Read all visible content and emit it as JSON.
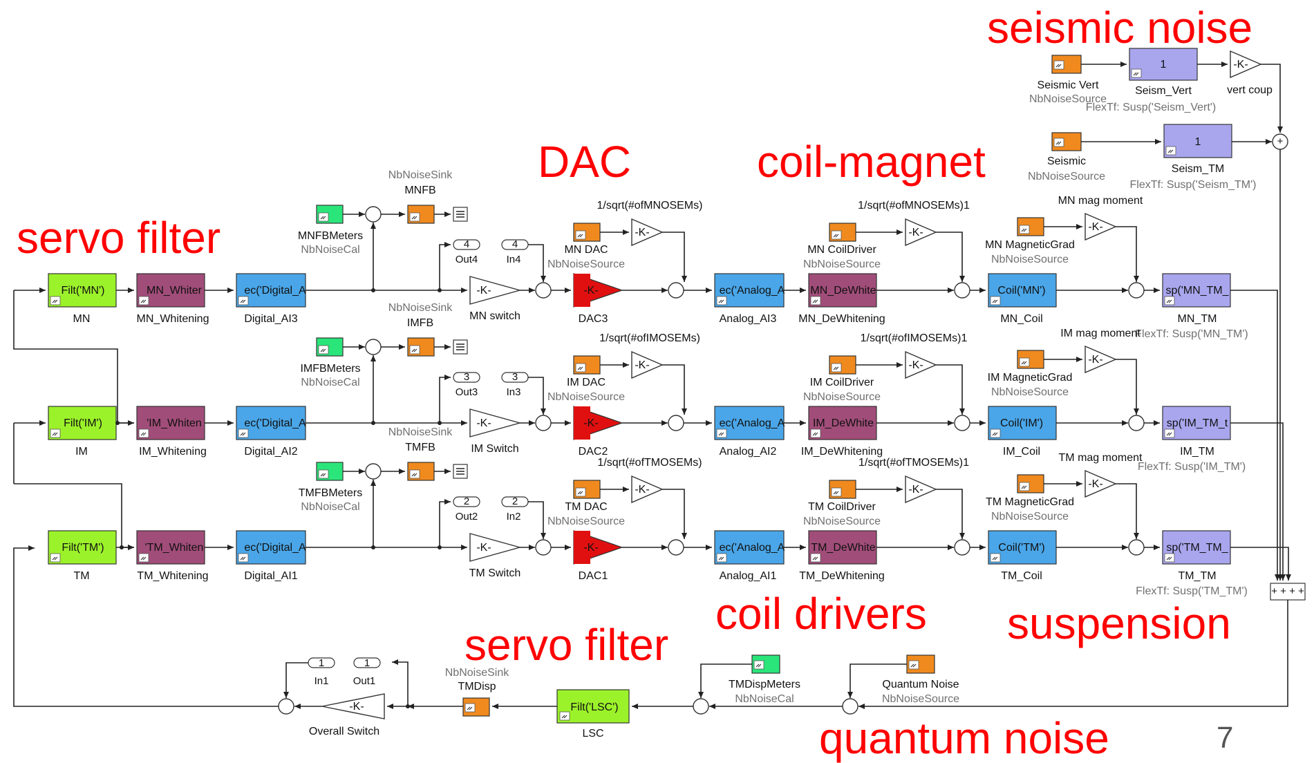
{
  "annotations": {
    "seismic": "seismic noise",
    "dac": "DAC",
    "coil_magnet": "coil-magnet",
    "servo_top": "servo filter",
    "coil_drivers": "coil drivers",
    "suspension": "suspension",
    "servo_bottom": "servo filter",
    "quantum": "quantum noise"
  },
  "page_number": "7",
  "colors": {
    "filter": "#9cf22a",
    "whitening": "#a14d79",
    "adc": "#4aa6e8",
    "dac": "#e01010",
    "noise_source": "#f08a1e",
    "meter": "#2ae67a",
    "flex": "#a9a6ee"
  },
  "seismic": {
    "vert_source": "Seismic Vert",
    "vert_source_sub": "NbNoiseSource",
    "vert_tf_text": "1",
    "vert_tf": "Seism_Vert",
    "vert_tf_sub": "FlexTf: Susp('Seism_Vert')",
    "vert_gain_text": "-K-",
    "vert_gain": "vert coup",
    "src": "Seismic",
    "src_sub": "NbNoiseSource",
    "tm_tf_text": "1",
    "tm_tf": "Seism_TM",
    "tm_tf_sub": "FlexTf: Susp('Seism_TM')"
  },
  "rows": [
    {
      "filt_text": "Filt('MN')",
      "filt": "MN",
      "whiten_text": "MN_Whiter",
      "whiten": "MN_Whitening",
      "adc_text": "ec('Digital_A",
      "adc": "Digital_AI3",
      "meter": "MNFBMeters",
      "meter_sub": "NbNoiseCal",
      "sink_sub": "NbNoiseSink",
      "sink": "MNFB",
      "out_num": "4",
      "out": "Out4",
      "in_num": "4",
      "in": "In4",
      "switch_text": "-K-",
      "switch": "MN switch",
      "dac_gain": "1/sqrt(#ofMNOSEMs)",
      "dac_gain_text": "-K-",
      "dac_src": "MN DAC",
      "dac_src_sub": "NbNoiseSource",
      "dac_text": "-K-",
      "dac": "DAC3",
      "analog_text": "ec('Analog_A",
      "analog": "Analog_AI3",
      "dewhite_text": "MN_DeWhite",
      "dewhite": "MN_DeWhitening",
      "cd_gain": "1/sqrt(#ofMNOSEMs)1",
      "cd_gain_text": "-K-",
      "cd_src": "MN CoilDriver",
      "cd_src_sub": "NbNoiseSource",
      "mag": "MN mag moment",
      "mag_text": "-K-",
      "mg_src": "MN MagneticGrad",
      "mg_src_sub": "NbNoiseSource",
      "coil_text": "Coil('MN')",
      "coil": "MN_Coil",
      "susp_text": "sp('MN_TM_",
      "susp": "MN_TM",
      "susp_sub": "FlexTf: Susp('MN_TM')"
    },
    {
      "filt_text": "Filt('IM')",
      "filt": "IM",
      "whiten_text": "'IM_Whiten",
      "whiten": "IM_Whitening",
      "adc_text": "ec('Digital_A",
      "adc": "Digital_AI2",
      "meter": "IMFBMeters",
      "meter_sub": "NbNoiseCal",
      "sink_sub": "NbNoiseSink",
      "sink": "IMFB",
      "out_num": "3",
      "out": "Out3",
      "in_num": "3",
      "in": "In3",
      "switch_text": "-K-",
      "switch": "IM Switch",
      "dac_gain": "1/sqrt(#ofIMOSEMs)",
      "dac_gain_text": "-K-",
      "dac_src": "IM DAC",
      "dac_src_sub": "NbNoiseSource",
      "dac_text": "-K-",
      "dac": "DAC2",
      "analog_text": "ec('Analog_A",
      "analog": "Analog_AI2",
      "dewhite_text": "IM_DeWhite",
      "dewhite": "IM_DeWhitening",
      "cd_gain": "1/sqrt(#ofIMOSEMs)1",
      "cd_gain_text": "-K-",
      "cd_src": "IM CoilDriver",
      "cd_src_sub": "NbNoiseSource",
      "mag": "IM mag moment",
      "mag_text": "-K-",
      "mg_src": "IM MagneticGrad",
      "mg_src_sub": "NbNoiseSource",
      "coil_text": "Coil('IM')",
      "coil": "IM_Coil",
      "susp_text": "sp('IM_TM_t",
      "susp": "IM_TM",
      "susp_sub": "FlexTf: Susp('IM_TM')"
    },
    {
      "filt_text": "Filt('TM')",
      "filt": "TM",
      "whiten_text": "'TM_Whiten",
      "whiten": "TM_Whitening",
      "adc_text": "ec('Digital_A",
      "adc": "Digital_AI1",
      "meter": "TMFBMeters",
      "meter_sub": "NbNoiseCal",
      "sink_sub": "NbNoiseSink",
      "sink": "TMFB",
      "out_num": "2",
      "out": "Out2",
      "in_num": "2",
      "in": "In2",
      "switch_text": "-K-",
      "switch": "TM Switch",
      "dac_gain": "1/sqrt(#ofTMOSEMs)",
      "dac_gain_text": "-K-",
      "dac_src": "TM DAC",
      "dac_src_sub": "NbNoiseSource",
      "dac_text": "-K-",
      "dac": "DAC1",
      "analog_text": "ec('Analog_A",
      "analog": "Analog_AI1",
      "dewhite_text": "TM_DeWhite",
      "dewhite": "TM_DeWhitening",
      "cd_gain": "1/sqrt(#ofTMOSEMs)1",
      "cd_gain_text": "-K-",
      "cd_src": "TM CoilDriver",
      "cd_src_sub": "NbNoiseSource",
      "mag": "TM mag moment",
      "mag_text": "-K-",
      "mg_src": "TM MagneticGrad",
      "mg_src_sub": "NbNoiseSource",
      "coil_text": "Coil('TM')",
      "coil": "TM_Coil",
      "susp_text": "sp('TM_TM_",
      "susp": "TM_TM",
      "susp_sub": "FlexTf: Susp('TM_TM')"
    }
  ],
  "bottom": {
    "in_num": "1",
    "in": "In1",
    "out_num": "1",
    "out": "Out1",
    "overall_text": "-K-",
    "overall": "Overall Switch",
    "sink_sub": "NbNoiseSink",
    "sink": "TMDisp",
    "lsc_text": "Filt('LSC')",
    "lsc": "LSC",
    "meter": "TMDispMeters",
    "meter_sub": "NbNoiseCal",
    "qn": "Quantum Noise",
    "qn_sub": "NbNoiseSource",
    "bus_text": "+ + + +"
  }
}
